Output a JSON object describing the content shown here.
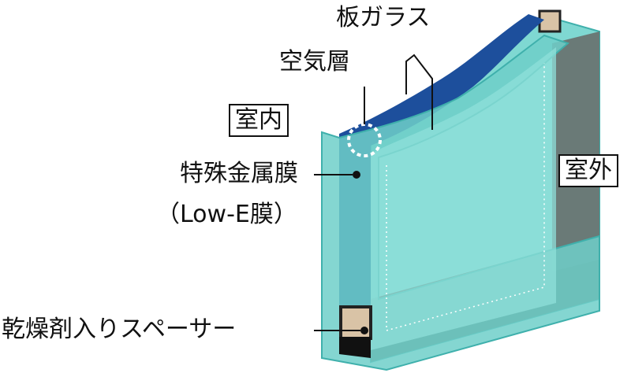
{
  "labels": {
    "glass_pane": "板ガラス",
    "air_layer": "空気層",
    "indoor": "室内",
    "outdoor": "室外",
    "lowe_line1": "特殊金属膜",
    "lowe_line2": "（Low-E膜）",
    "spacer": "乾燥剤入りスペーサー"
  },
  "colors": {
    "glass": "#6fcfc9",
    "glass_edge": "#3fb0ac",
    "lowe_film": "#1d4f9c",
    "frame_dark": "#5c6b68",
    "spacer_fill": "#d9c3a6"
  }
}
